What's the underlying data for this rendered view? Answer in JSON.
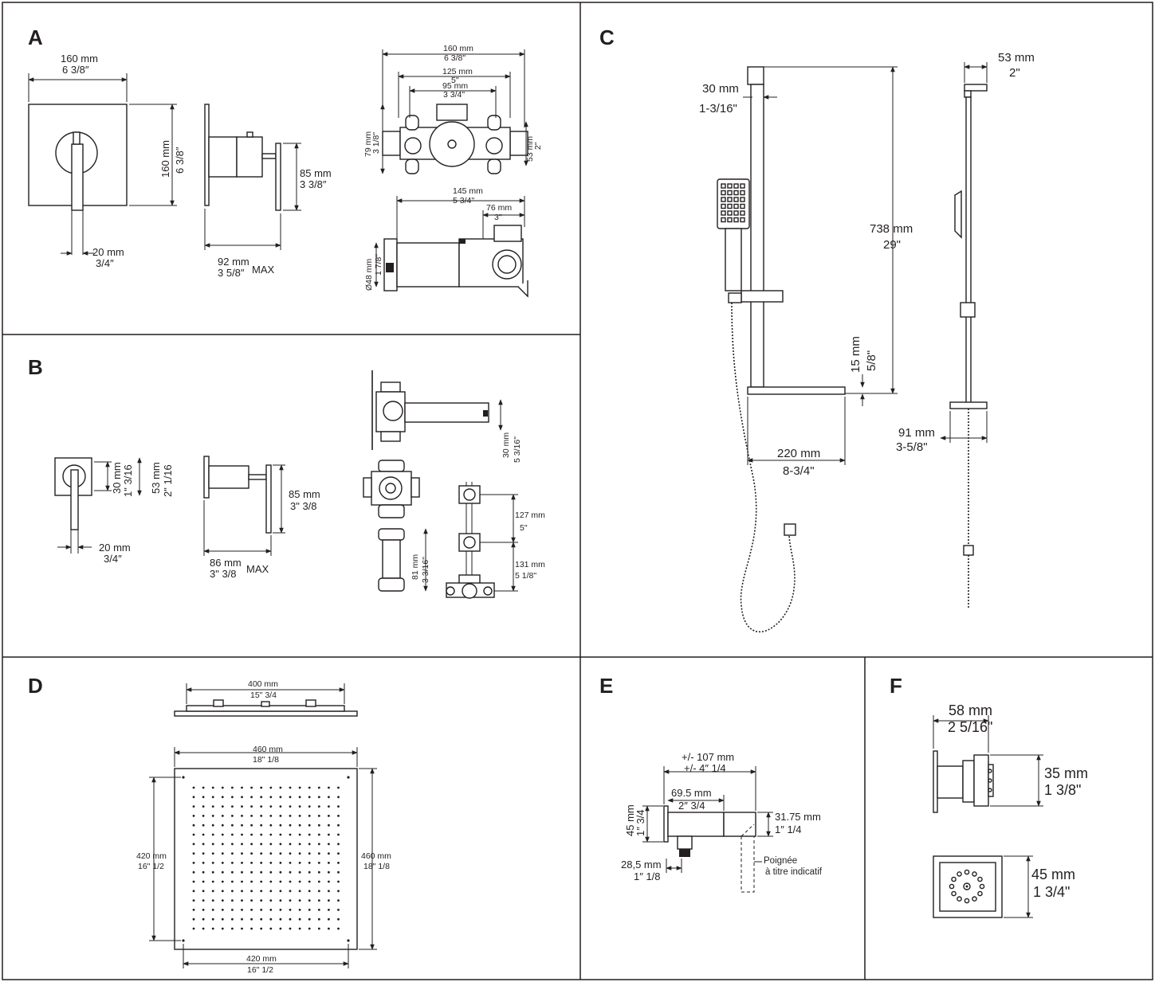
{
  "panels": {
    "A": {
      "letter": "A",
      "dims": {
        "plate_w_mm": "160 mm",
        "plate_w_in": "6 3/8″",
        "plate_h_mm": "160 mm",
        "plate_h_in": "6 3/8″",
        "lever_mm": "20 mm",
        "lever_in": "3/4″",
        "depth_mm": "92 mm",
        "depth_in": "3 5/8″",
        "depth_max": "MAX",
        "handle_h_mm": "85 mm",
        "handle_h_in": "3 3/8″",
        "valve_w_mm": "160 mm",
        "valve_w_in": "6 3/8\"",
        "valve_c1_mm": "125 mm",
        "valve_c1_in": "5\"",
        "valve_c2_mm": "95 mm",
        "valve_c2_in": "3 3/4\"",
        "valve_h_mm": "79 mm",
        "valve_h_in": "3 1/8\"",
        "valve_r_mm": "53 mm",
        "valve_r_in": "2\"",
        "side_w_mm": "145 mm",
        "side_w_in": "5 3/4\"",
        "side_w2_mm": "76 mm",
        "side_w2_in": "3\"",
        "side_d_mm": "Ø48 mm",
        "side_d_in": "1 7/8\""
      }
    },
    "B": {
      "letter": "B",
      "dims": {
        "h1_mm": "30 mm",
        "h1_in": "1\" 3/16",
        "h2_mm": "53 mm",
        "h2_in": "2\" 1/16",
        "lever_mm": "20 mm",
        "lever_in": "3/4″",
        "handle_mm": "85 mm",
        "handle_in": "3\" 3/8",
        "depth_mm": "86 mm",
        "depth_in": "3\" 3/8",
        "depth_max": "MAX",
        "v_mm": "30 mm",
        "v_in": "5 3/16\"",
        "r1_mm": "127 mm",
        "r1_in": "5\"",
        "r2_mm": "131 mm",
        "r2_in": "5 1/8\"",
        "r3_mm": "81 mm",
        "r3_in": "3 3/16\""
      }
    },
    "C": {
      "letter": "C",
      "dims": {
        "bar_w_mm": "30 mm",
        "bar_w_in": "1-3/16\"",
        "bar_h_mm": "738 mm",
        "bar_h_in": "29\"",
        "shelf_mm": "15 mm",
        "shelf_in": "5/8\"",
        "shelf_w_mm": "220 mm",
        "shelf_w_in": "8-3/4\"",
        "top_mm": "53 mm",
        "top_in": "2\"",
        "base_mm": "91 mm",
        "base_in": "3-5/8\""
      }
    },
    "D": {
      "letter": "D",
      "dims": {
        "top_mm": "400 mm",
        "top_in": "15\" 3/4",
        "w_mm": "460 mm",
        "w_in": "18\" 1/8",
        "h_mm": "460 mm",
        "h_in": "18\" 1/8",
        "inner_h_mm": "420 mm",
        "inner_h_in": "16\" 1/2",
        "inner_w_mm": "420 mm",
        "inner_w_in": "16\" 1/2"
      }
    },
    "E": {
      "letter": "E",
      "dims": {
        "total_mm": "+/- 107 mm",
        "total_in": "+/- 4″ 1/4",
        "w_mm": "69.5 mm",
        "w_in": "2″ 3/4",
        "h_mm": "45 mm",
        "h_in": "1″ 3/4",
        "out_mm": "31.75 mm",
        "out_in": "1″ 1/4",
        "thread_mm": "28,5 mm",
        "thread_in": "1″ 1/8",
        "note1": "Poignée",
        "note2": "à titre indicatif"
      }
    },
    "F": {
      "letter": "F",
      "dims": {
        "w_mm": "58 mm",
        "w_in": "2 5/16\"",
        "h_mm": "35 mm",
        "h_in": "1 3/8\"",
        "sq_mm": "45 mm",
        "sq_in": "1 3/4\""
      }
    }
  }
}
